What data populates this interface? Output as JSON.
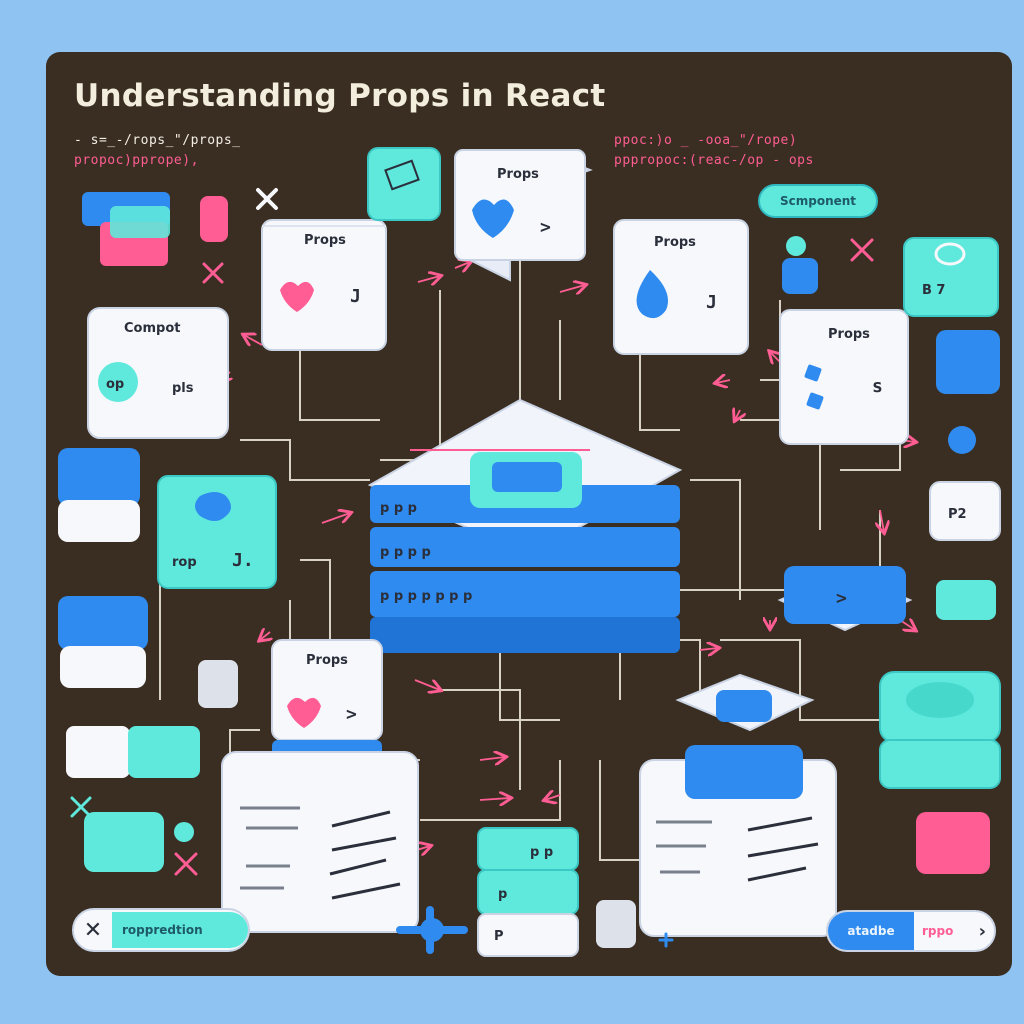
{
  "title": "Understanding Props in React",
  "code_lines": {
    "top_left_1": "- s=_-/rops_\"/props_",
    "top_left_2": "propoc)pprope),",
    "top_right_1": "ppoc:)o _ -ooa_\"/rope)",
    "top_right_2": "pppropoc:(reac-/op - ops"
  },
  "badge_component": "Scmponent",
  "pill_left": "roppredtion",
  "pill_right": {
    "left": "atadbe",
    "right": "rppo"
  },
  "cubes": {
    "props_top": "Props",
    "props_left": "Props",
    "props_right": "Props",
    "props_far_right": "Props",
    "compot": "Compot",
    "compot_side": "pls",
    "compot_badge": "op",
    "props_bottom": "Props",
    "p2": "P2",
    "b7": "B 7"
  },
  "stack_labels": [
    "p p",
    "p",
    "P"
  ],
  "center_layers": [
    "p p p",
    "p p p p",
    "p p p p p p p"
  ],
  "colors": {
    "background": "#8ec3f2",
    "board": "#3a2e22",
    "white": "#f7f8fb",
    "blue": "#2f8bef",
    "teal": "#5fe8dc",
    "pink": "#ff5d93"
  }
}
